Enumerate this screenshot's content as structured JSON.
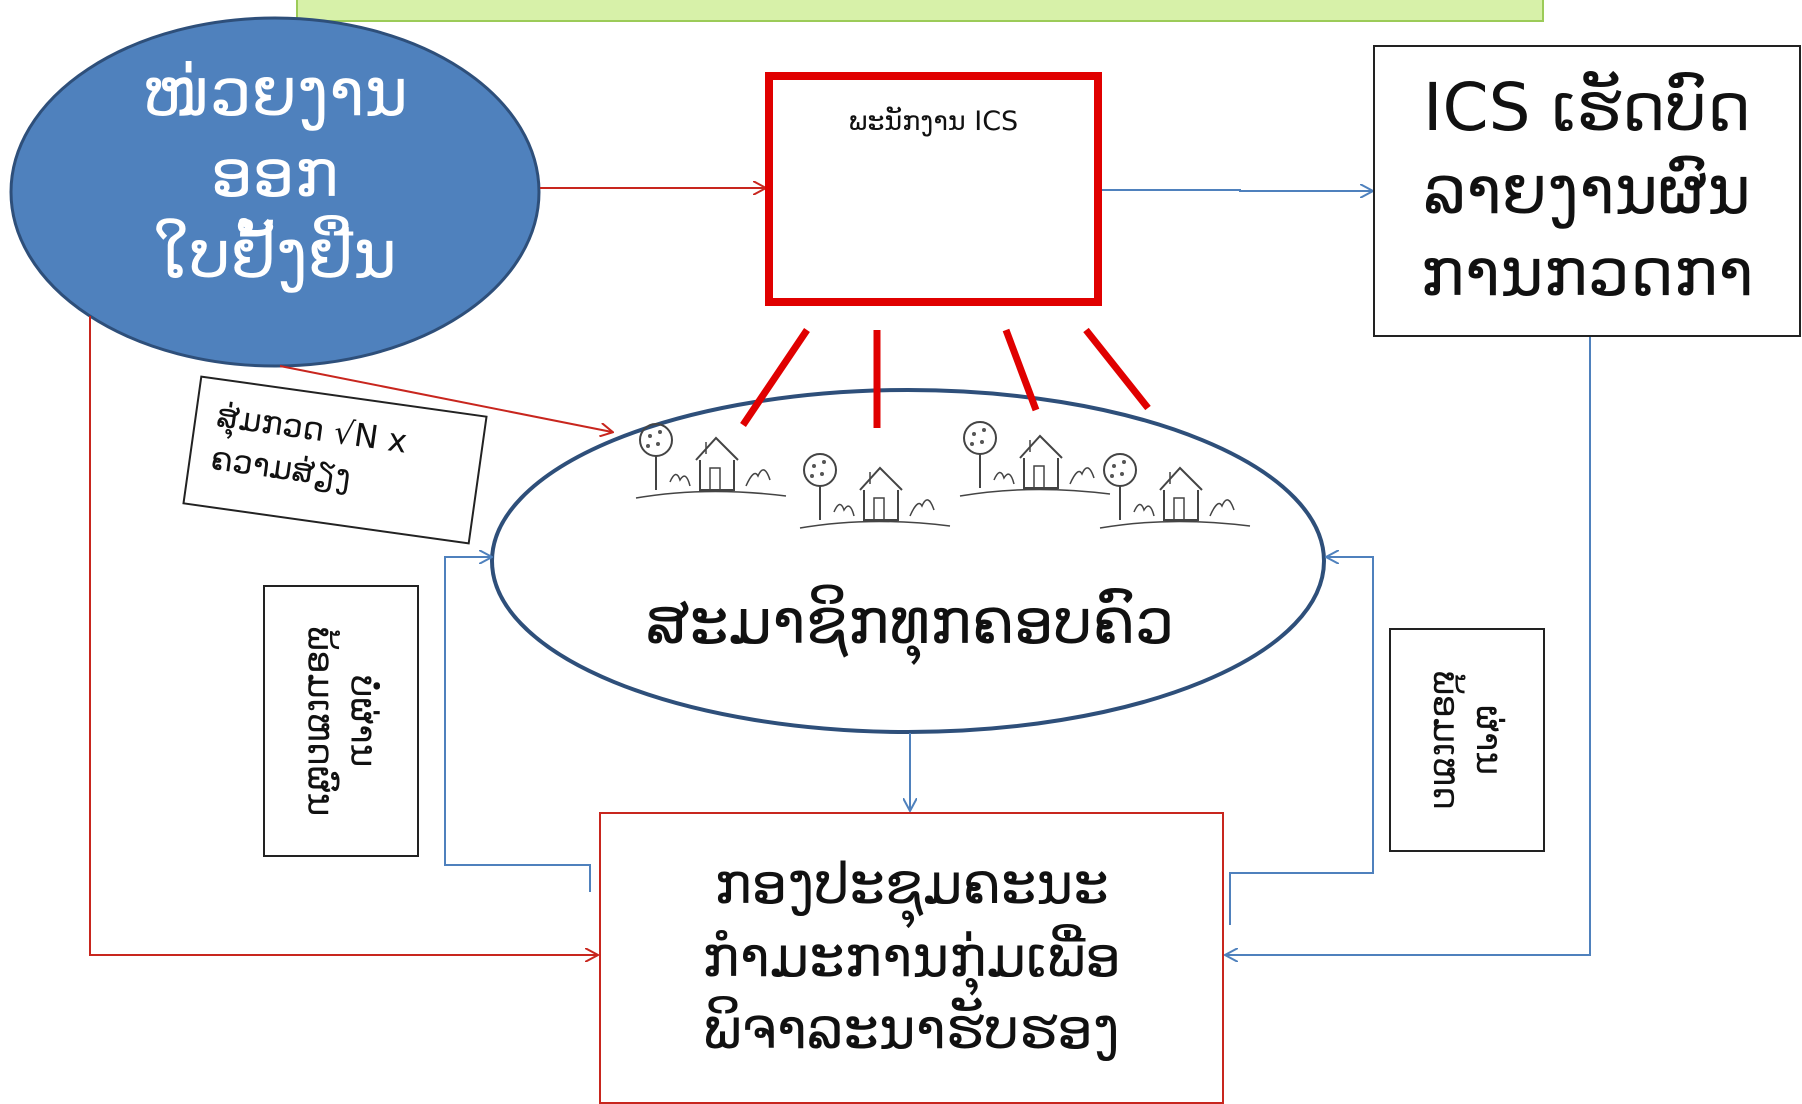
{
  "nodes": {
    "issuing_agency": [
      "ໜ່ວຍງານ",
      "ອອກ",
      "ໃບຢັ້ງຢືນ"
    ],
    "ics_staff": "ພະນັກງານ ICS",
    "ics_report": [
      "ICS ເຮັດບົດ",
      "ລາຍງານຜົນ",
      "ການກວດກາ"
    ],
    "all_households": "ສະມາຊິກທຸກຄອບຄົວ",
    "committee": [
      "ກອງປະຊຸມຄະນະ",
      "ກຳມະການກຸ່ມເພື່ອ",
      "ພິຈາລະນາຮັບຮອງ"
    ],
    "random_check": [
      "ສຸ່ມກວດ √N x",
      "ຄວາມສ່ຽງ"
    ],
    "fail_label": [
      "ບໍ່ຜ່ານ",
      "ພ້ອມເຫດຜົນ"
    ],
    "pass_label": [
      "ຜ່ານ",
      "ພ້ອມເຫດ"
    ]
  },
  "colors": {
    "agency_fill": "#4f81bd",
    "agency_stroke": "#2e4f7a",
    "red_line": "#c8261e",
    "blue_line": "#4f81bd",
    "ellipse_stroke": "#2e4f7a",
    "banner": "#d7f1a9"
  },
  "icons": [
    "house-tree-sketch-icon"
  ]
}
